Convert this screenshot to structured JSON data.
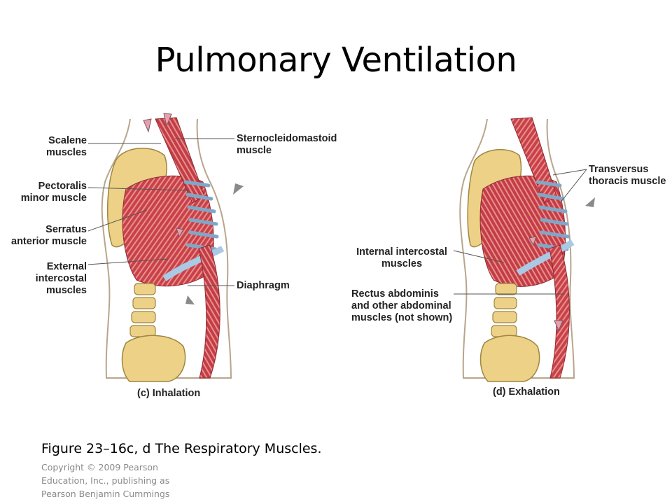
{
  "slide": {
    "title": "Pulmonary Ventilation",
    "caption": "Figure 23–16c, d The Respiratory Muscles.",
    "copyright": [
      "Copyright © 2009 Pearson",
      "Education, Inc., publishing as",
      "Pearson Benjamin Cummings"
    ]
  },
  "figure_c": {
    "panel_label": "(c) Inhalation",
    "labels": {
      "scalene": [
        "Scalene",
        "muscles"
      ],
      "sternocleidomastoid": [
        "Sternocleidomastoid",
        "muscle"
      ],
      "pectoralis": [
        "Pectoralis",
        "minor muscle"
      ],
      "serratus": [
        "Serratus",
        "anterior muscle"
      ],
      "external_intercostal": [
        "External",
        "intercostal",
        "muscles"
      ],
      "diaphragm": [
        "Diaphragm"
      ]
    }
  },
  "figure_d": {
    "panel_label": "(d) Exhalation",
    "labels": {
      "transversus": [
        "Transversus",
        "thoracis muscle"
      ],
      "internal_intercostal": [
        "Internal intercostal",
        "muscles"
      ],
      "rectus": [
        "Rectus abdominis",
        "and other abdominal",
        "muscles (not shown)"
      ]
    }
  },
  "colors": {
    "muscle": "#c8414a",
    "muscle_light": "#e07a78",
    "bone": "#ecd186",
    "cartilage": "#a9c9e4",
    "skin_outline": "#b9a58c",
    "arrow_grey": "#8a8a8a",
    "arrow_pink": "#e8a0b0"
  }
}
